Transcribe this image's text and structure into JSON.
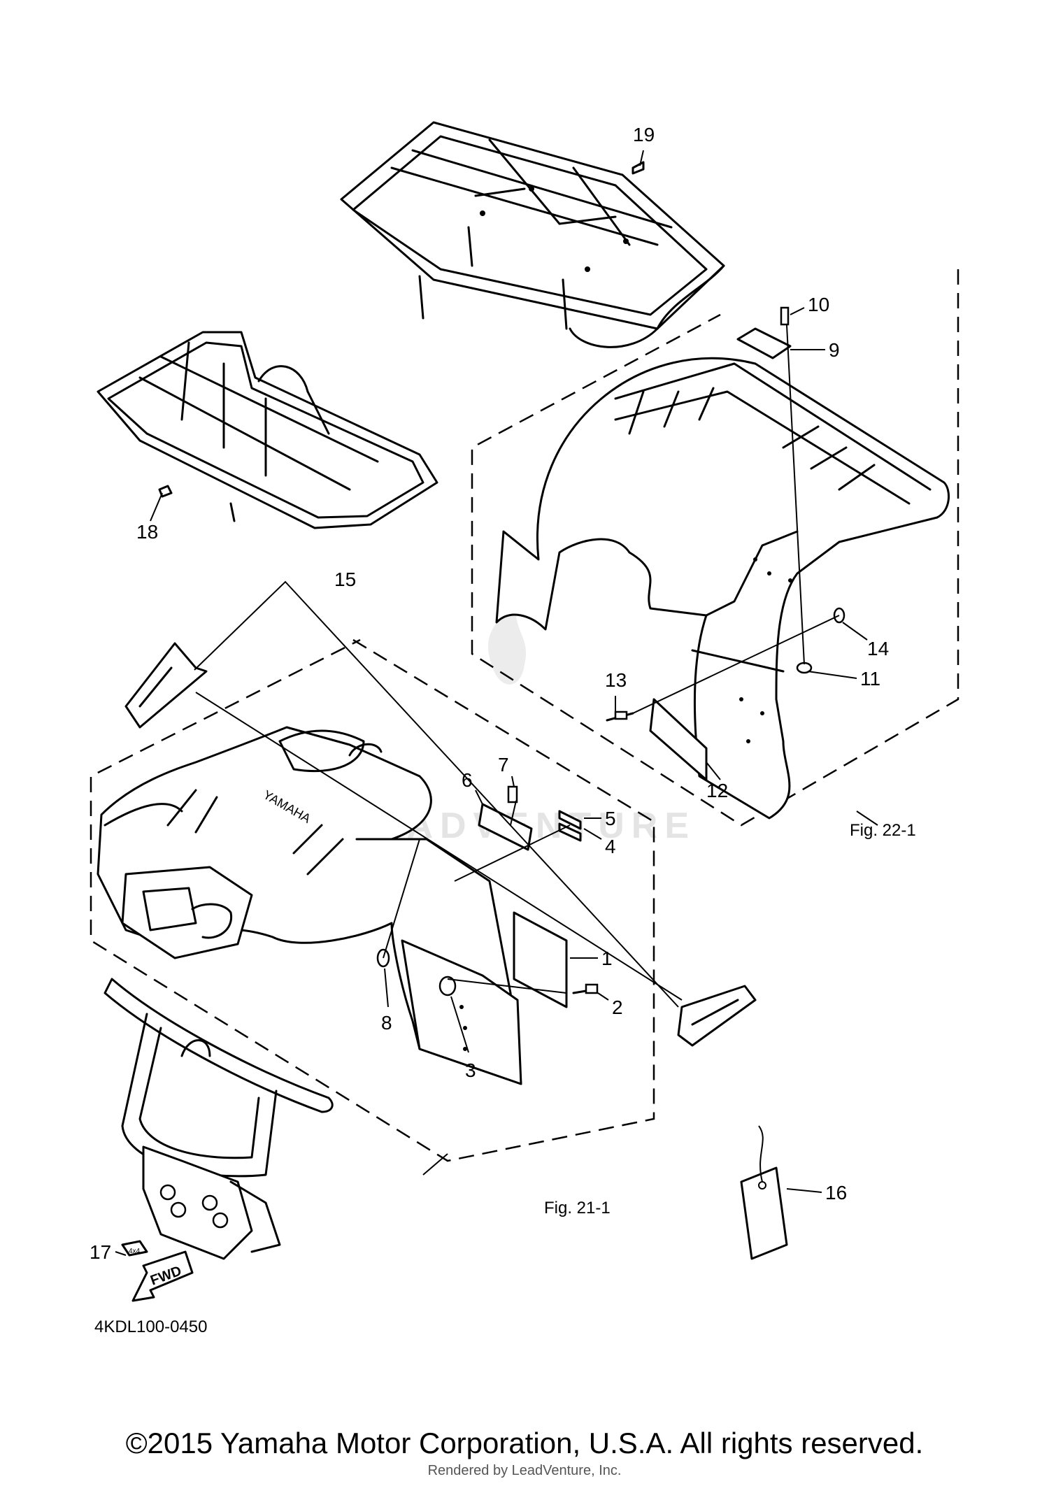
{
  "diagram": {
    "drawing_code": "4KDL100-0450",
    "figure_refs": {
      "left": "Fig. 21-1",
      "right": "Fig. 22-1"
    },
    "watermark": "LEADVENTURE",
    "callouts": [
      "1",
      "2",
      "3",
      "4",
      "5",
      "6",
      "7",
      "8",
      "9",
      "10",
      "11",
      "12",
      "13",
      "14",
      "15",
      "16",
      "17",
      "18",
      "19"
    ],
    "decal_text": {
      "fender": "YAMAHA",
      "arrow": "FWD",
      "badge": "4x4"
    }
  },
  "footer": {
    "copyright": "©2015 Yamaha Motor Corporation, U.S.A. All rights reserved.",
    "rendered_by": "Rendered by LeadVenture, Inc."
  }
}
